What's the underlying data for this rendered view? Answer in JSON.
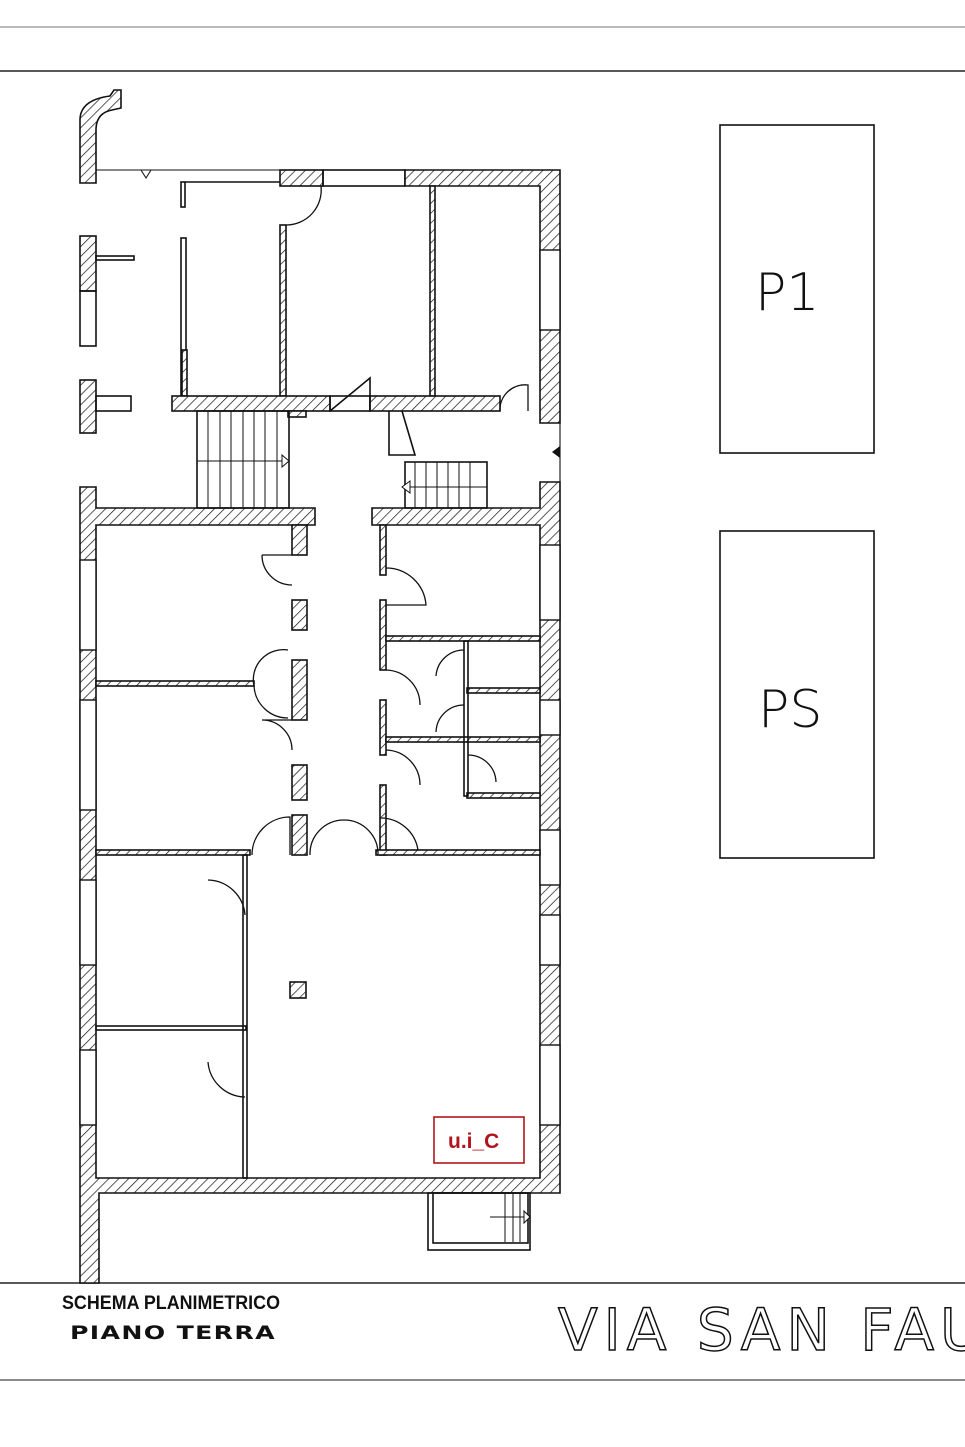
{
  "drawing": {
    "title": "SCHEMA PLANIMETRICO",
    "subtitle": "PIANO TERRA",
    "street": "VIA SAN FAU",
    "unit_label": "u.i_C",
    "unit_color": "#b0151b",
    "parking": [
      {
        "label": "P1"
      },
      {
        "label": "PS"
      }
    ]
  }
}
